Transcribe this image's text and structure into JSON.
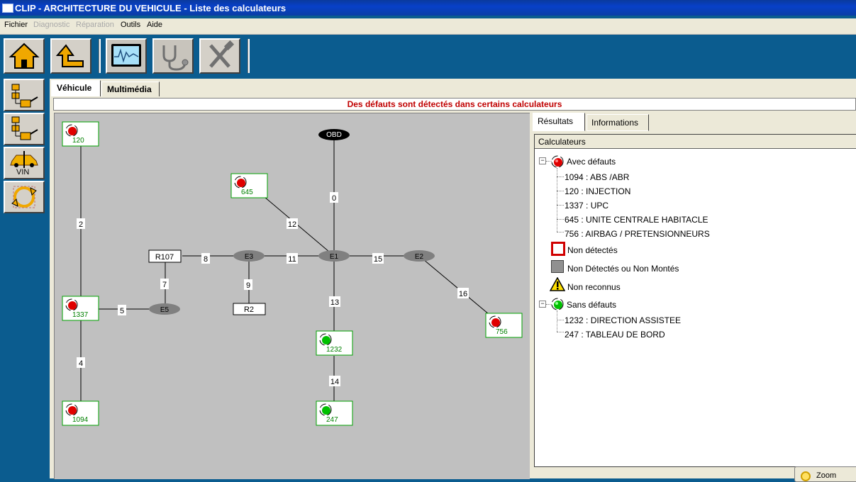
{
  "window": {
    "title": "CLIP - ARCHITECTURE DU VEHICULE - Liste des calculateurs"
  },
  "menu": {
    "fichier": "Fichier",
    "diagnostic": "Diagnostic",
    "reparation": "Réparation",
    "outils": "Outils",
    "aide": "Aide"
  },
  "toolbar": {
    "icons": [
      "home-icon",
      "back-icon",
      "monitor-icon",
      "stethoscope-icon",
      "tools-icon"
    ]
  },
  "sidebar": {
    "vin_label": "VIN"
  },
  "tabs": {
    "vehicule": "Véhicule",
    "multimedia": "Multimédia"
  },
  "banner": {
    "message": "Des défauts sont détectés dans certains calculateurs"
  },
  "diagram": {
    "ecus": [
      {
        "id": "120",
        "status": "defaut"
      },
      {
        "id": "645",
        "status": "defaut"
      },
      {
        "id": "1337",
        "status": "defaut"
      },
      {
        "id": "1094",
        "status": "defaut"
      },
      {
        "id": "756",
        "status": "defaut"
      },
      {
        "id": "1232",
        "status": "ok"
      },
      {
        "id": "247",
        "status": "ok"
      }
    ],
    "buses": [
      "OBD",
      "E1",
      "E2",
      "E3",
      "E5"
    ],
    "boxes": [
      "R107",
      "R2"
    ],
    "links": [
      "0",
      "2",
      "4",
      "5",
      "7",
      "8",
      "9",
      "11",
      "12",
      "13",
      "14",
      "15",
      "16"
    ]
  },
  "results": {
    "tab_results": "Résultats",
    "tab_info": "Informations",
    "header": "Calculateurs",
    "avec_defauts": "Avec défauts",
    "defauts": [
      "1094 : ABS /ABR",
      "120 : INJECTION",
      "1337 : UPC",
      "645 : UNITE CENTRALE HABITACLE",
      "756 : AIRBAG / PRETENSIONNEURS"
    ],
    "non_detectes": "Non détectés",
    "non_montes": "Non Détectés ou Non Montés",
    "non_reconnus": "Non reconnus",
    "sans_defauts": "Sans défauts",
    "ok": [
      "1232 : DIRECTION ASSISTEE",
      "247 : TABLEAU DE BORD"
    ]
  },
  "zoom": {
    "label": "Zoom"
  },
  "colors": {
    "defaut": "#e00000",
    "ok": "#00c000",
    "ecu_border": "#00a000",
    "ecu_text": "#008000"
  }
}
